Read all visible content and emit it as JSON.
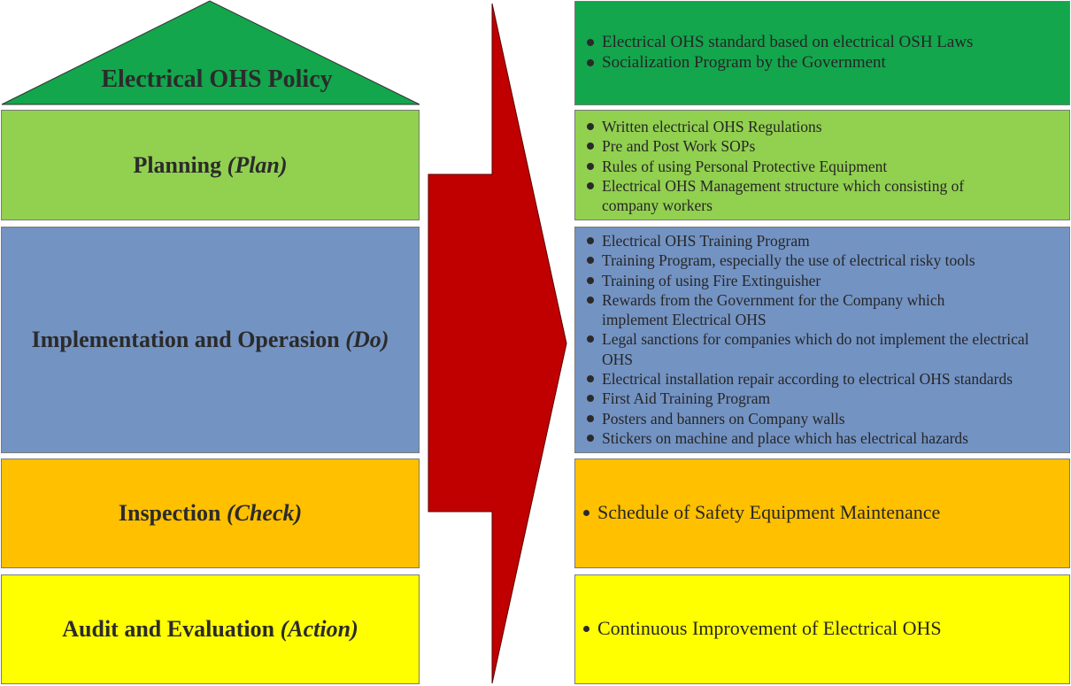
{
  "colors": {
    "policy": "#13a64d",
    "plan": "#92d050",
    "do": "#7393c3",
    "check": "#ffc000",
    "action": "#ffff00",
    "arrow": "#c00000"
  },
  "left": {
    "policy_title": "Electrical OHS Policy",
    "plan": {
      "text": "Planning ",
      "italic": "(Plan)"
    },
    "do": {
      "text": "Implementation and Operasion ",
      "italic": "(Do)"
    },
    "check": {
      "text": "Inspection ",
      "italic": "(Check)"
    },
    "action": {
      "text": "Audit and Evaluation ",
      "italic": "(Action)"
    }
  },
  "right": {
    "policy": [
      "Electrical OHS standard based on electrical OSH Laws",
      "Socialization Program by the Government"
    ],
    "plan": [
      "Written  electrical OHS Regulations",
      "Pre and Post Work SOPs",
      "Rules of using Personal Protective Equipment",
      "Electrical OHS Management structure which consisting of company workers"
    ],
    "do": [
      "Electrical OHS Training Program",
      "Training Program, especially the use of electrical risky tools",
      "Training of using Fire Extinguisher",
      "Rewards from the Government for the Company which implement Electrical OHS",
      "Legal sanctions for companies which do not implement the electrical OHS",
      "Electrical installation repair according to electrical OHS standards",
      "First Aid Training Program",
      "Posters and banners on Company walls",
      "Stickers on machine and place which has electrical hazards"
    ],
    "check": [
      "Schedule of Safety Equipment Maintenance"
    ],
    "action": [
      "Continuous Improvement of Electrical OHS"
    ]
  }
}
